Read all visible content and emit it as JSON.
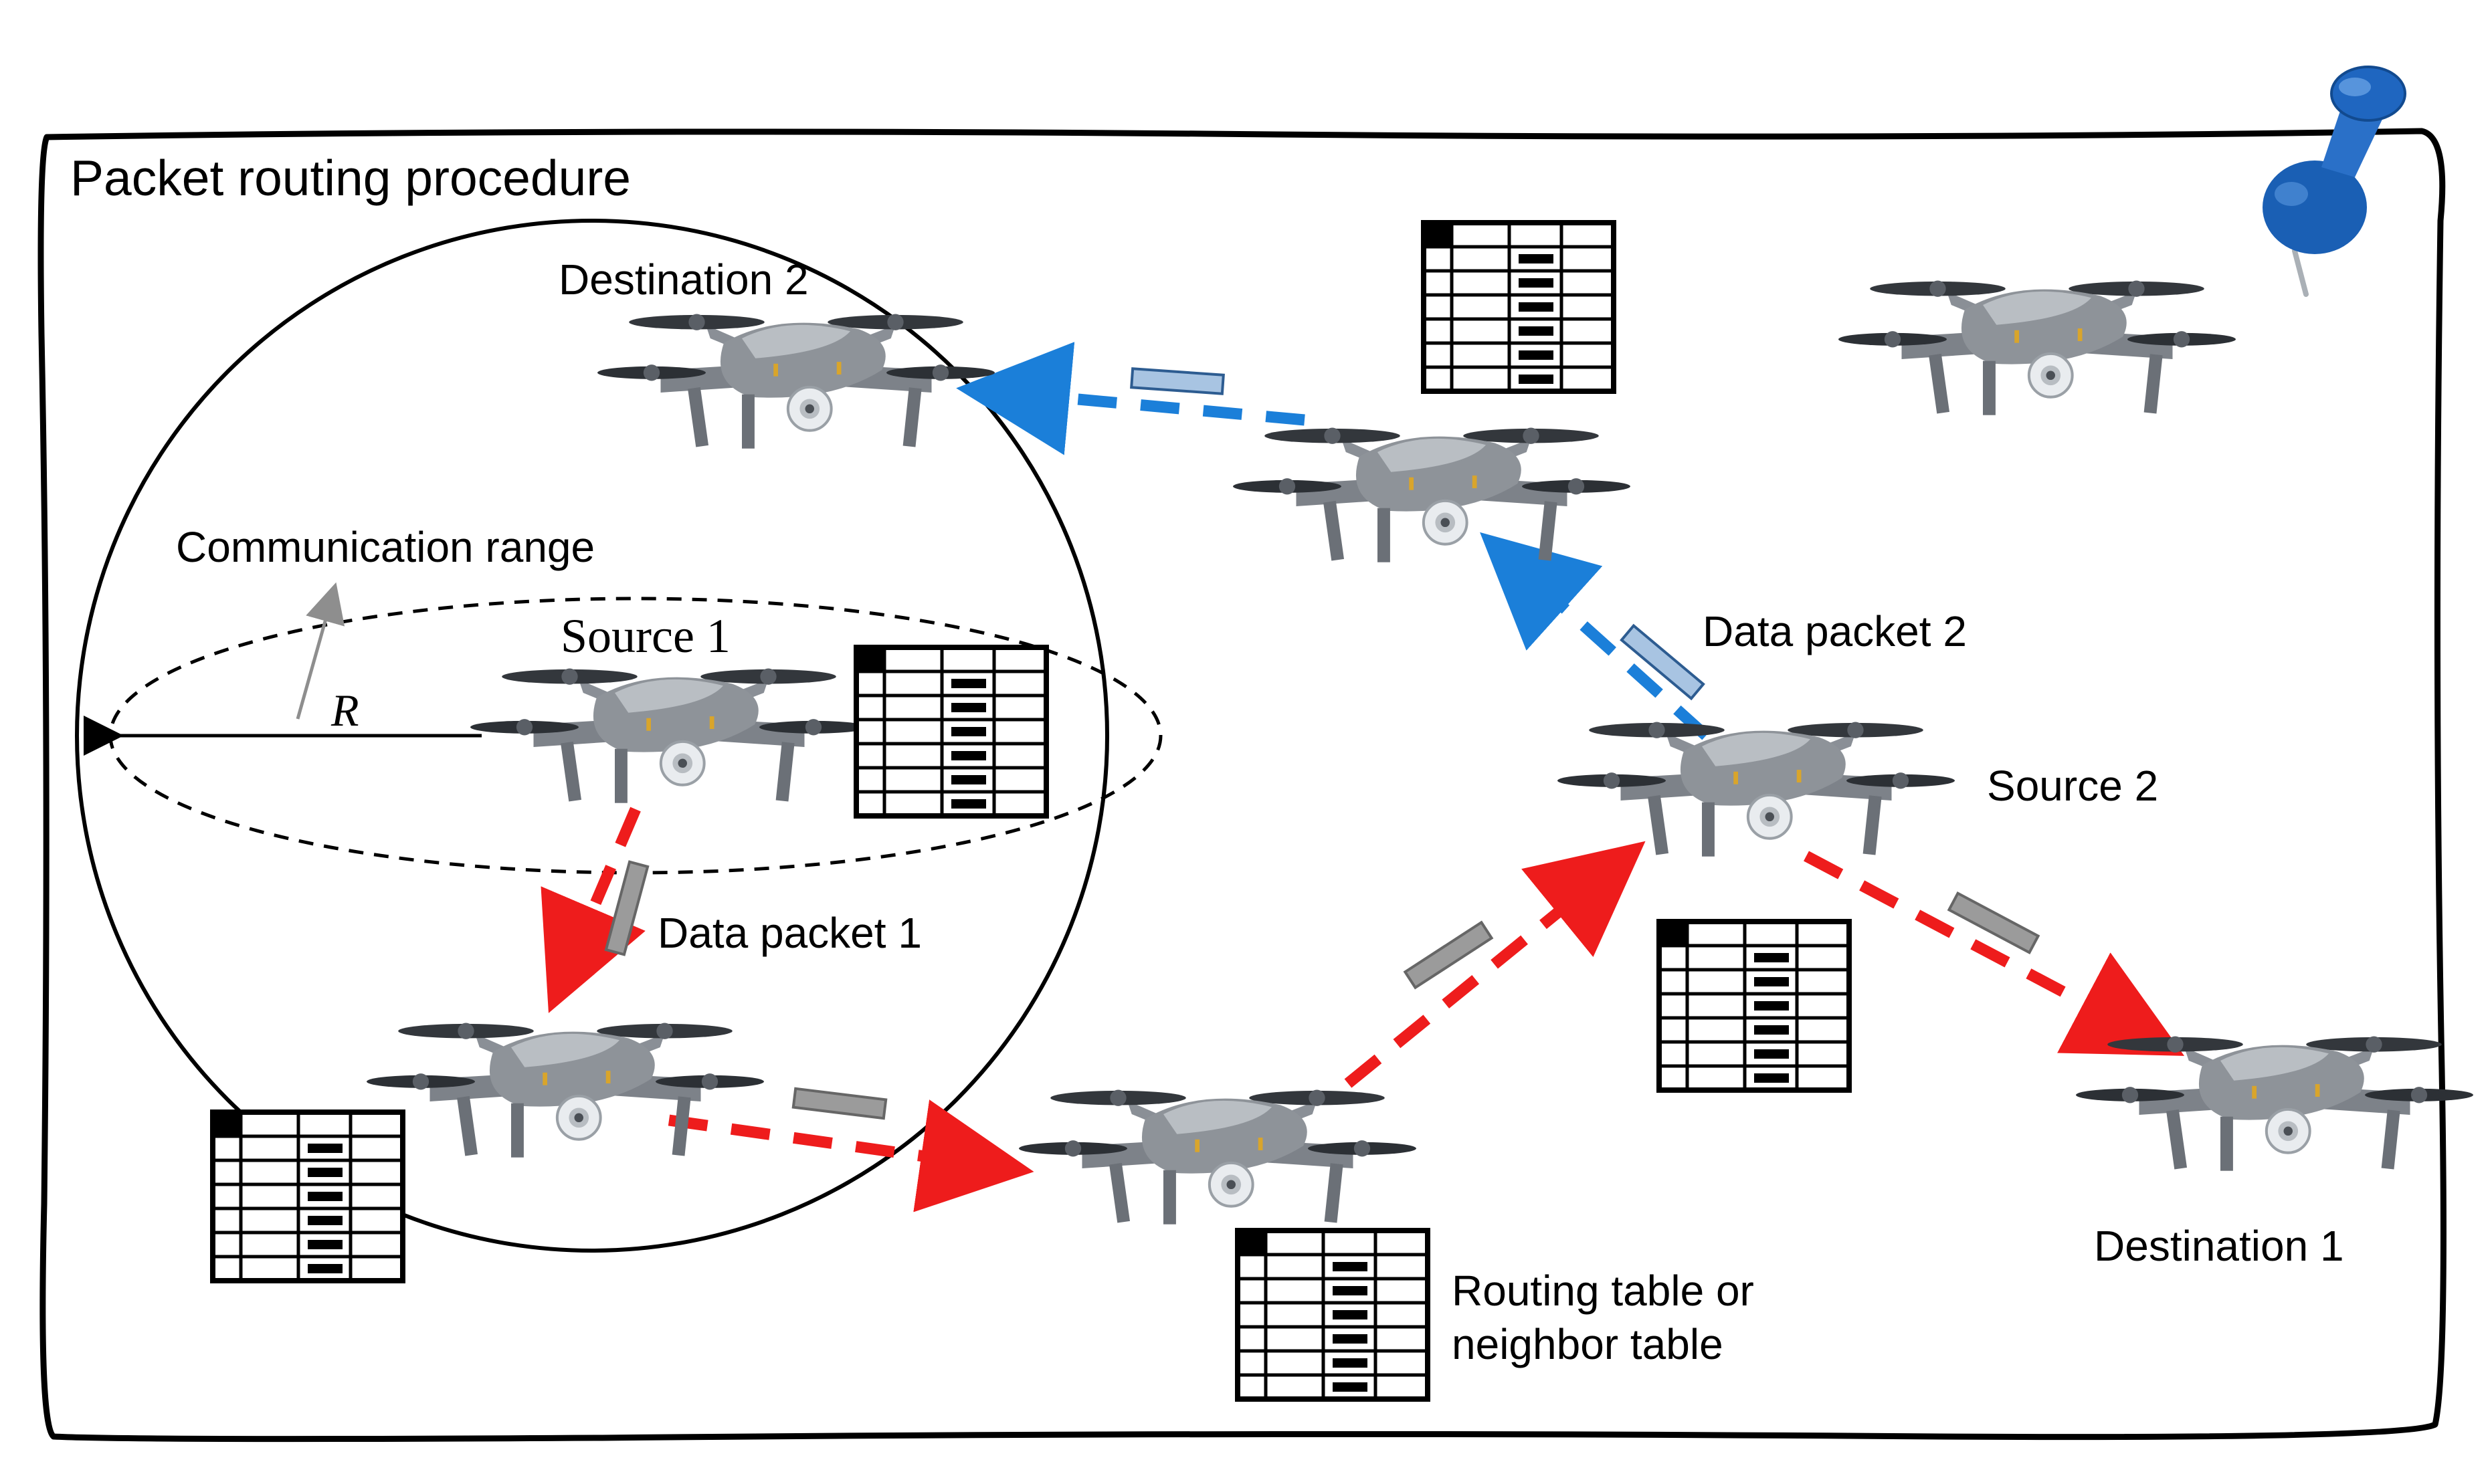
{
  "title": "Packet routing procedure",
  "labels": {
    "destination_2": "Destination 2",
    "communication_range": "Communication range",
    "source_1": "Source 1",
    "radius": "R",
    "data_packet_1": "Data packet 1",
    "data_packet_2": "Data packet 2",
    "source_2": "Source 2",
    "destination_1": "Destination 1",
    "routing_table_line1": "Routing table or",
    "routing_table_line2": "neighbor table"
  },
  "colors": {
    "route_1": "#ee1c1c",
    "route_2": "#1b7fd9",
    "packet_1": "#9b9b9b",
    "packet_2": "#a8c4e2",
    "pin": "#1a5fb4"
  },
  "icons": [
    "drone-icon",
    "routing-table-icon",
    "pushpin-icon",
    "data-packet-icon"
  ]
}
